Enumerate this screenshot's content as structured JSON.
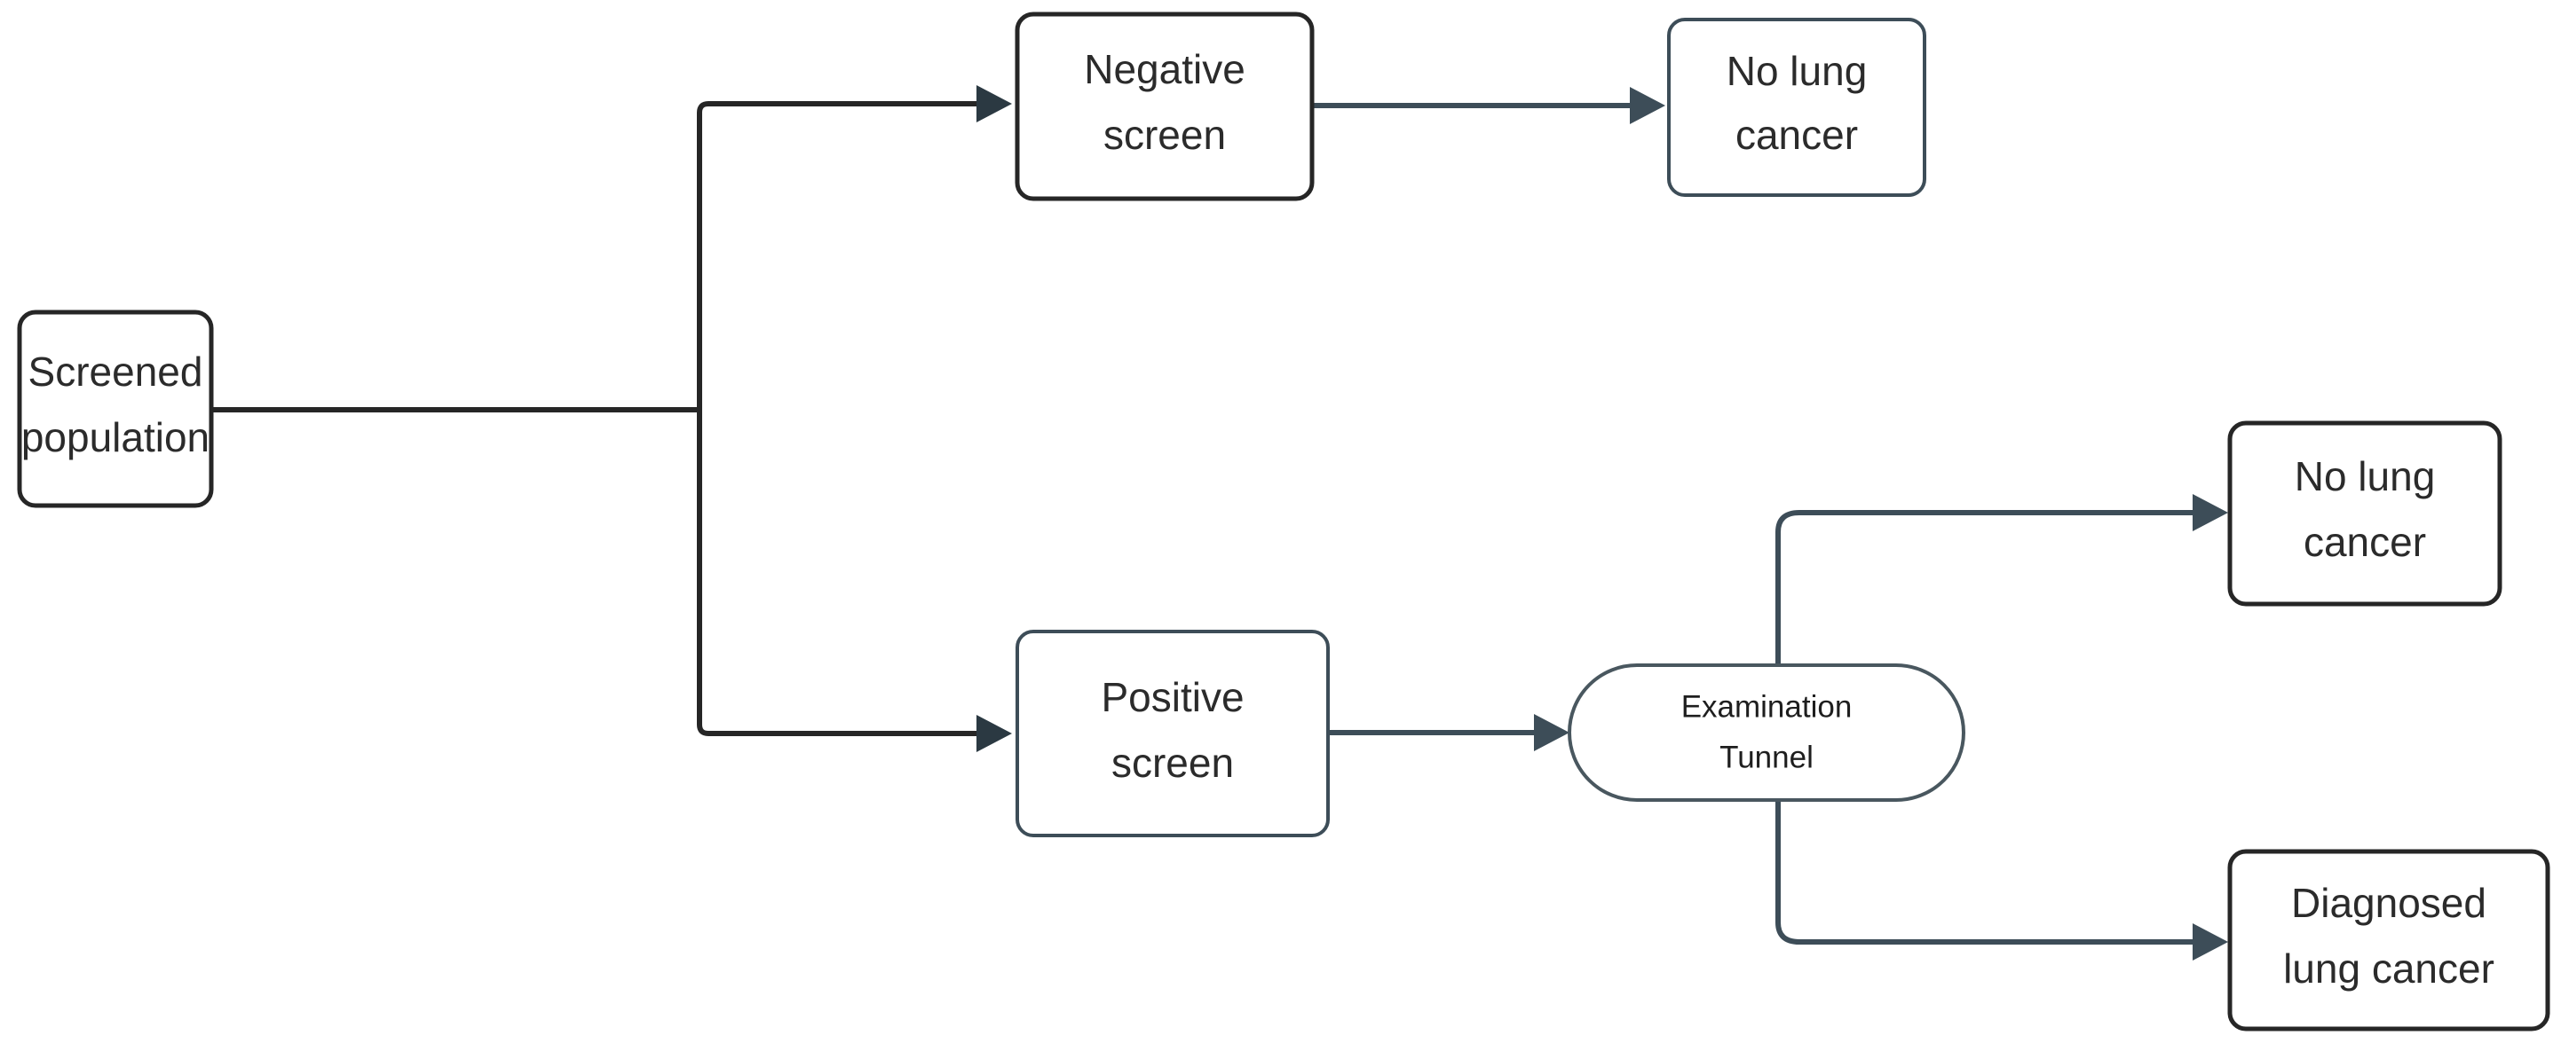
{
  "diagram": {
    "title": "Lung cancer screening pathway flowchart",
    "type": "flowchart",
    "background_color": "#ffffff",
    "colors": {
      "node_stroke_dark": "#262626",
      "node_stroke_slate": "#3d4d58",
      "tunnel_stroke": "#49575f",
      "edge_dark": "#262626",
      "edge_slate": "#3d4d58",
      "arrowhead": "#2b3942",
      "text": "#2b2b2b",
      "node_fill": "#ffffff"
    },
    "nodes": [
      {
        "id": "screened-population",
        "shape": "rounded-rectangle",
        "line1": "Screened",
        "line2": "population"
      },
      {
        "id": "negative-screen",
        "shape": "rounded-rectangle",
        "line1": "Negative",
        "line2": "screen"
      },
      {
        "id": "no-lung-cancer-top",
        "shape": "rounded-rectangle",
        "line1": "No lung",
        "line2": "cancer"
      },
      {
        "id": "positive-screen",
        "shape": "rounded-rectangle",
        "line1": "Positive",
        "line2": "screen"
      },
      {
        "id": "examination-tunnel",
        "shape": "stadium",
        "line1": "Examination",
        "line2": "Tunnel"
      },
      {
        "id": "no-lung-cancer-right",
        "shape": "rounded-rectangle",
        "line1": "No lung",
        "line2": "cancer"
      },
      {
        "id": "diagnosed-lung-cancer",
        "shape": "rounded-rectangle",
        "line1": "Diagnosed",
        "line2": "lung cancer"
      }
    ],
    "edges": [
      {
        "id": "edge-screened-to-negative",
        "from": "screened-population",
        "to": "negative-screen",
        "arrow": true
      },
      {
        "id": "edge-screened-to-positive",
        "from": "screened-population",
        "to": "positive-screen",
        "arrow": true
      },
      {
        "id": "edge-negative-to-no-cancer",
        "from": "negative-screen",
        "to": "no-lung-cancer-top",
        "arrow": true
      },
      {
        "id": "edge-positive-to-tunnel",
        "from": "positive-screen",
        "to": "examination-tunnel",
        "arrow": true
      },
      {
        "id": "edge-tunnel-to-no-cancer",
        "from": "examination-tunnel",
        "to": "no-lung-cancer-right",
        "arrow": true
      },
      {
        "id": "edge-tunnel-to-diagnosed",
        "from": "examination-tunnel",
        "to": "diagnosed-lung-cancer",
        "arrow": true
      }
    ]
  }
}
